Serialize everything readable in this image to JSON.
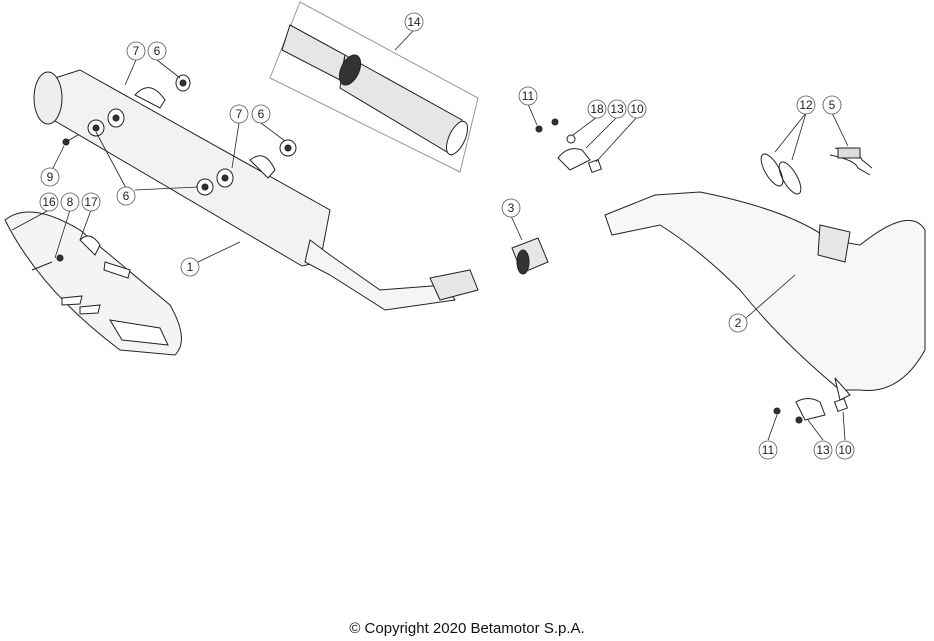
{
  "callouts": {
    "c14": "14",
    "c7a": "7",
    "c6a": "6",
    "c7b": "7",
    "c6b": "6",
    "c9": "9",
    "c6c": "6",
    "c16": "16",
    "c8": "8",
    "c17": "17",
    "c1": "1",
    "c3": "3",
    "c11a": "11",
    "c18": "18",
    "c13a": "13",
    "c10a": "10",
    "c12": "12",
    "c5": "5",
    "c2": "2",
    "c11b": "11",
    "c13b": "13",
    "c10b": "10"
  },
  "footer": {
    "copyright": "© Copyright 2020 Betamotor S.p.A."
  }
}
